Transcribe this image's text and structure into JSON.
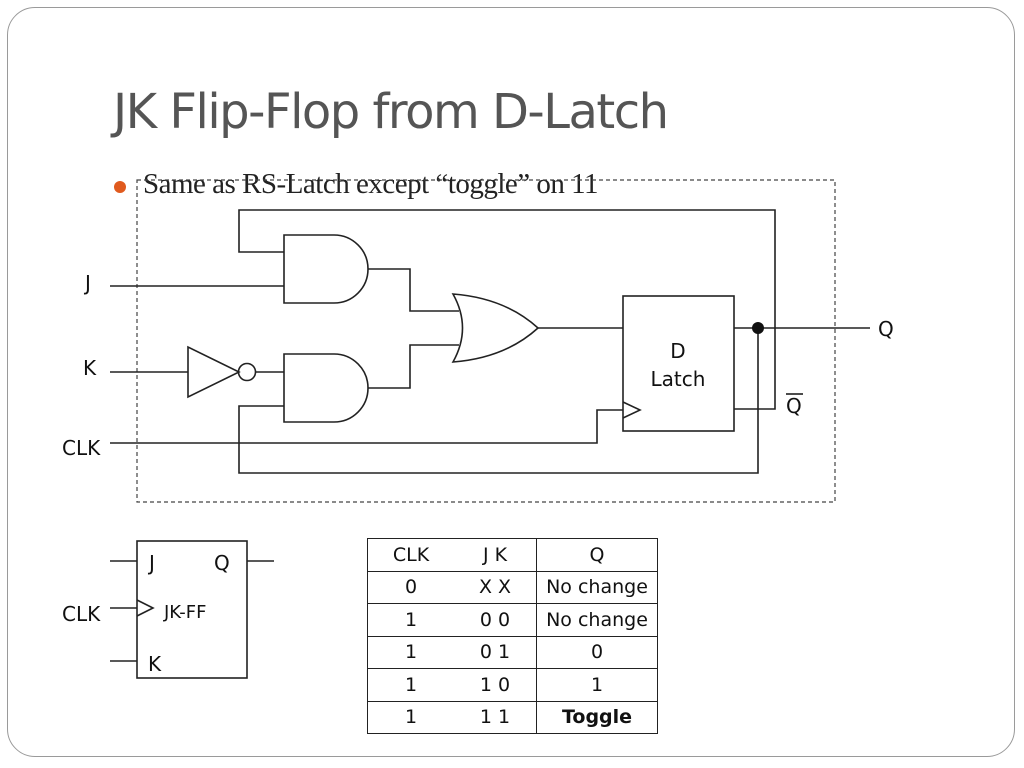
{
  "slide": {
    "title": "JK Flip-Flop from D-Latch",
    "bullet": "Same as RS-Latch except “toggle” on 11"
  },
  "circuit": {
    "input_j": "J",
    "input_k": "K",
    "input_clk": "CLK",
    "output_q": "Q",
    "output_qbar": "Q",
    "latch_label_line1": "D",
    "latch_label_line2": "Latch"
  },
  "symbol": {
    "j": "J",
    "q": "Q",
    "clk": "CLK",
    "name": "JK-FF",
    "k": "K"
  },
  "truth_table": {
    "headers": [
      "CLK",
      "J K",
      "Q"
    ],
    "rows": [
      [
        "0",
        "X X",
        "No change"
      ],
      [
        "1",
        "0 0",
        "No change"
      ],
      [
        "1",
        "0 1",
        "0"
      ],
      [
        "1",
        "1 0",
        "1"
      ],
      [
        "1",
        "1 1",
        "Toggle"
      ]
    ]
  }
}
